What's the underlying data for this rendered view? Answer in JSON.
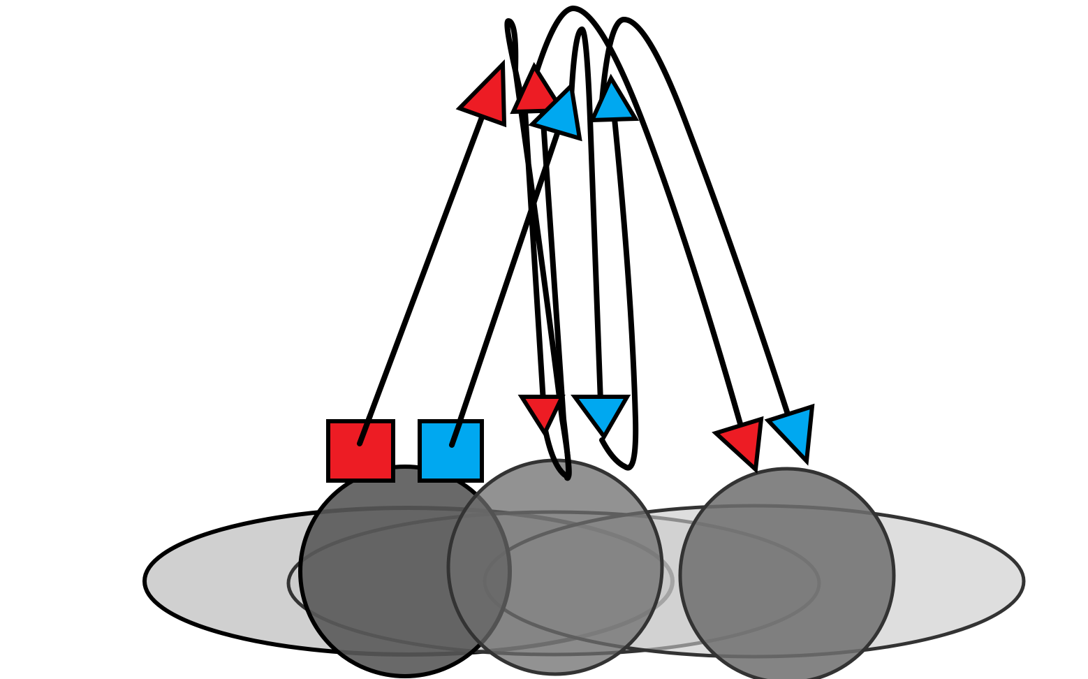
{
  "colors": {
    "background": "#ffffff",
    "stroke": "#000000",
    "red": "#ed1c24",
    "blue": "#00a8f0",
    "dark_sphere": "#595959",
    "mid_sphere": "#7a7a7a",
    "disc": "#c8c8c8"
  },
  "shapes": {
    "markers": [
      "red-square",
      "blue-square"
    ],
    "arrowheads": [
      "red-triangle",
      "blue-triangle"
    ],
    "bodies": [
      "dark-sphere",
      "translucent-sphere",
      "translucent-sphere"
    ],
    "discs": [
      "ellipse",
      "ellipse",
      "ellipse"
    ]
  }
}
